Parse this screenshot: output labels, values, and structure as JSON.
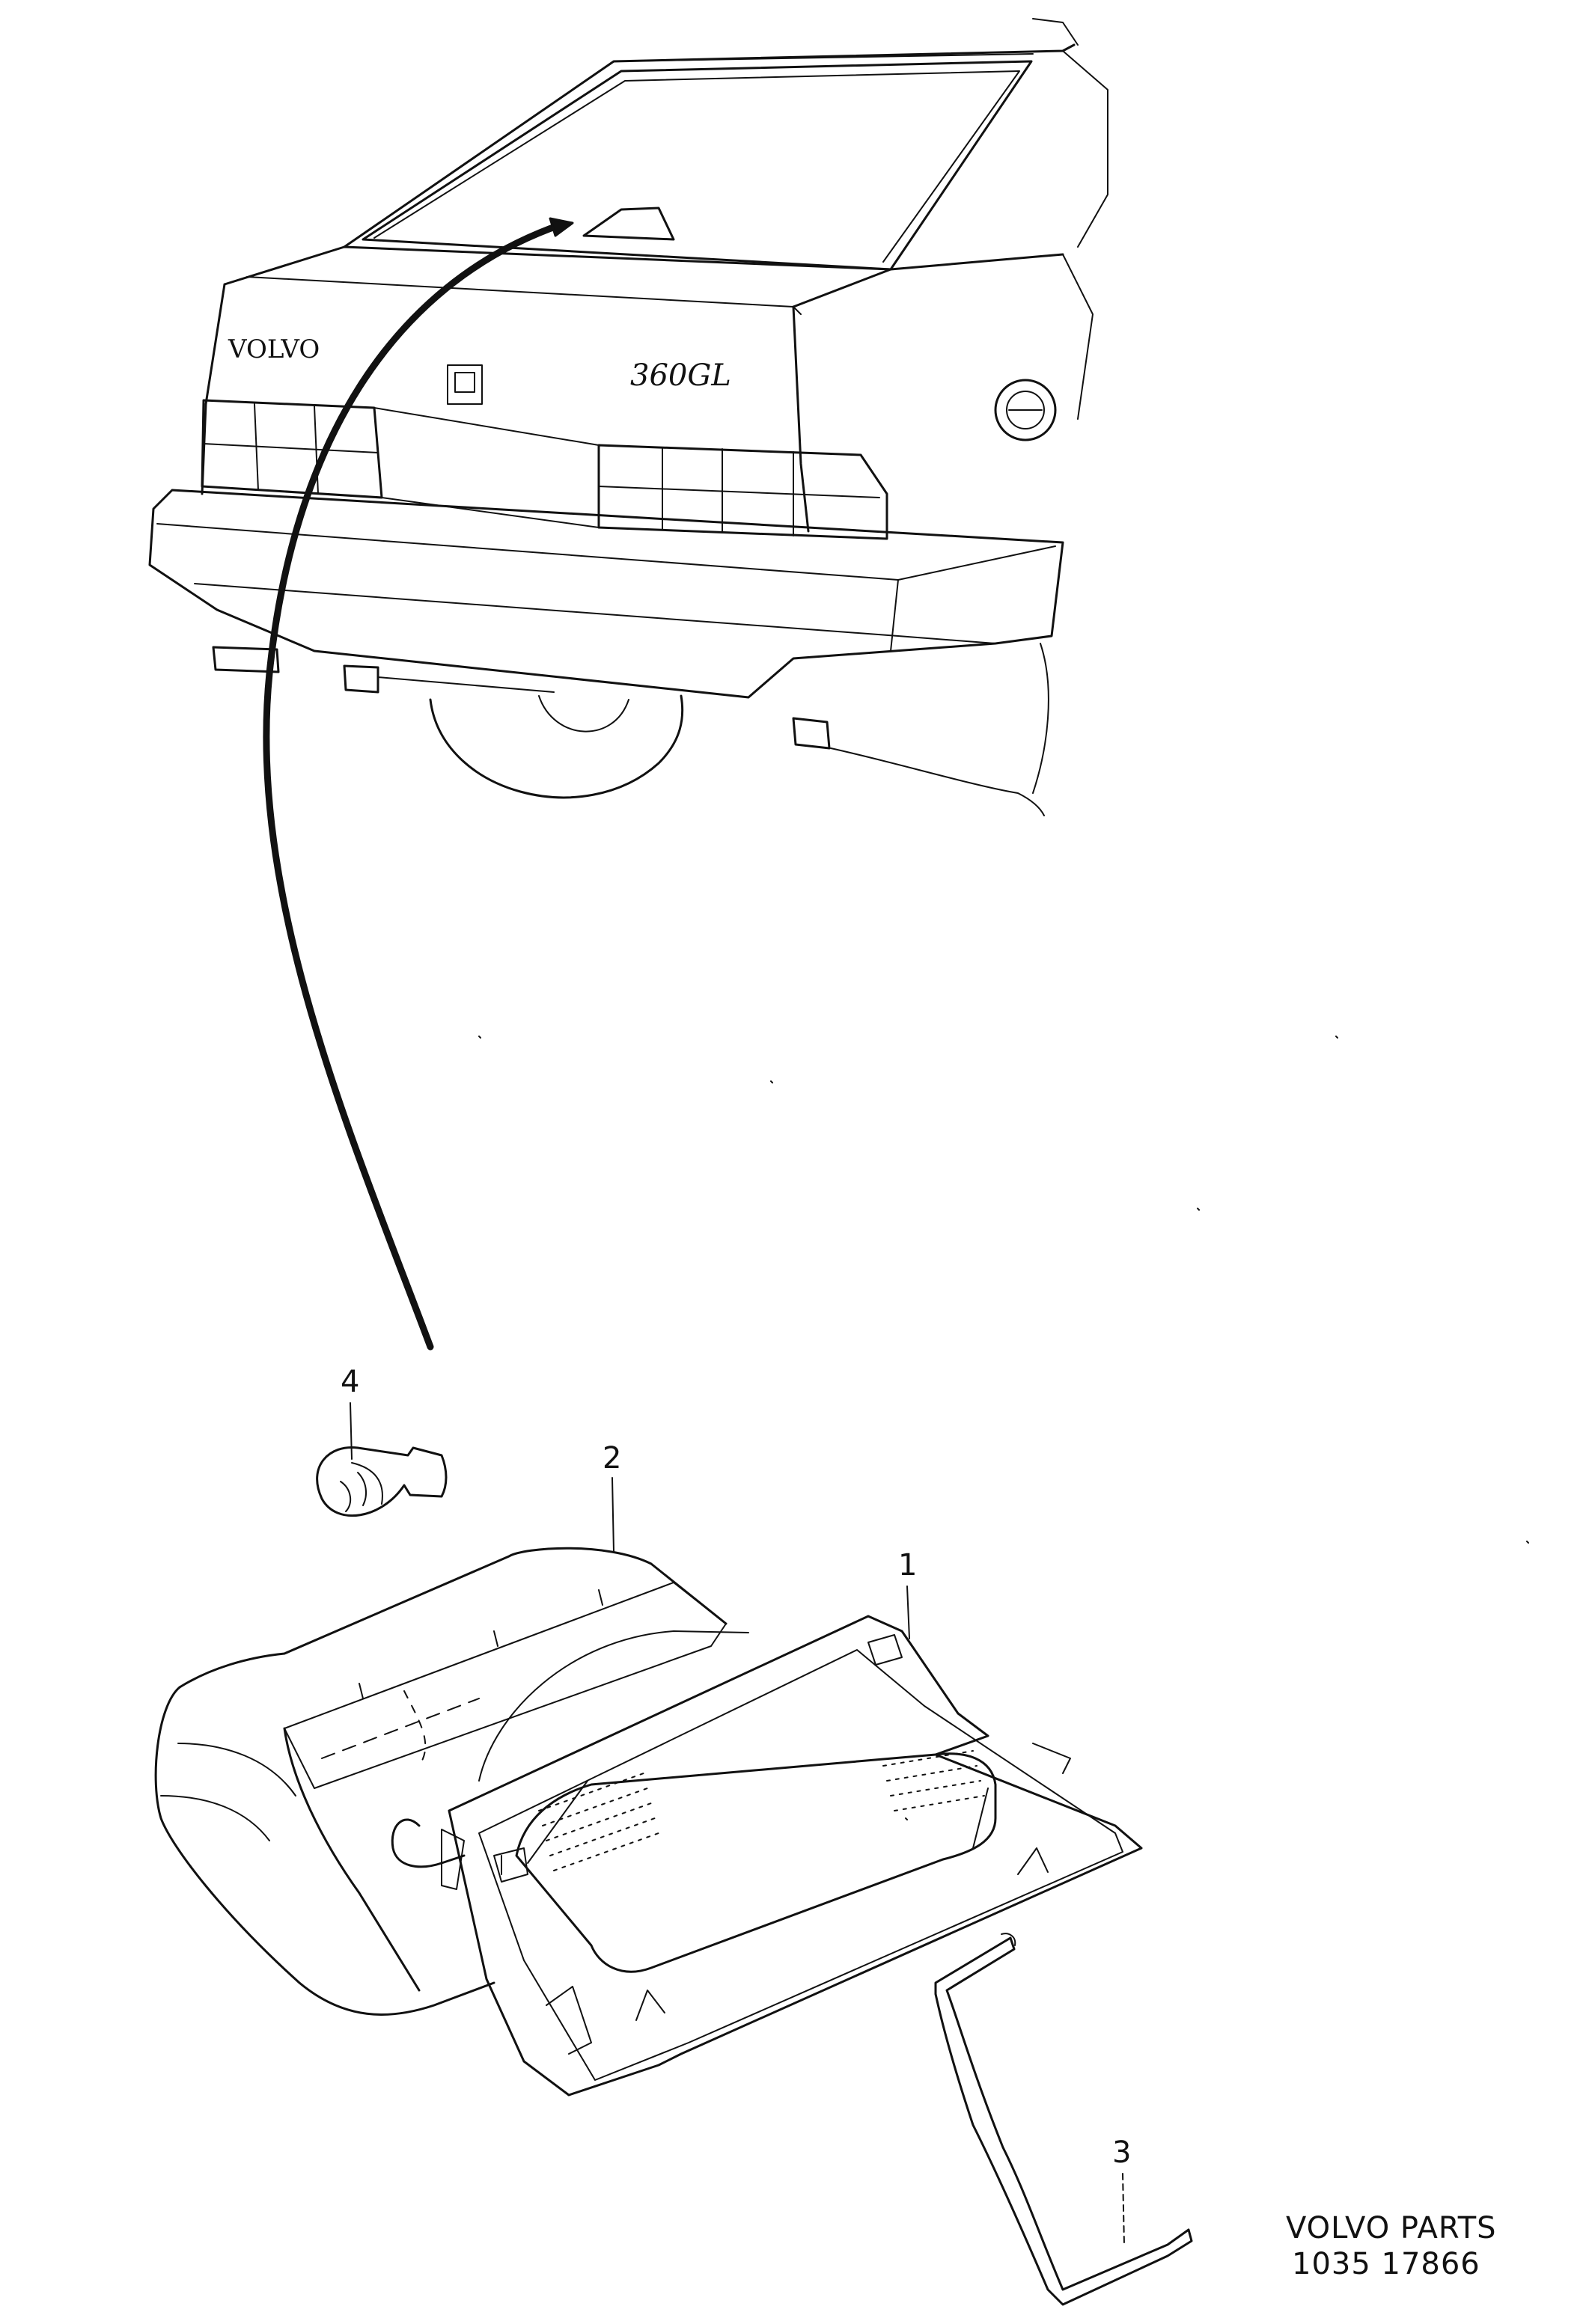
{
  "vehicle": {
    "badge_brand": "VOLVO",
    "badge_model": "360GL"
  },
  "callouts": [
    {
      "id": "1",
      "label": "1",
      "part": "lens-frame"
    },
    {
      "id": "2",
      "label": "2",
      "part": "lamp-housing"
    },
    {
      "id": "3",
      "label": "3",
      "part": "bracket"
    },
    {
      "id": "4",
      "label": "4",
      "part": "bulb"
    }
  ],
  "footer": {
    "title": "VOLVO PARTS",
    "code": "1035  17866"
  },
  "colors": {
    "ink": "#111111",
    "paper": "#ffffff"
  }
}
